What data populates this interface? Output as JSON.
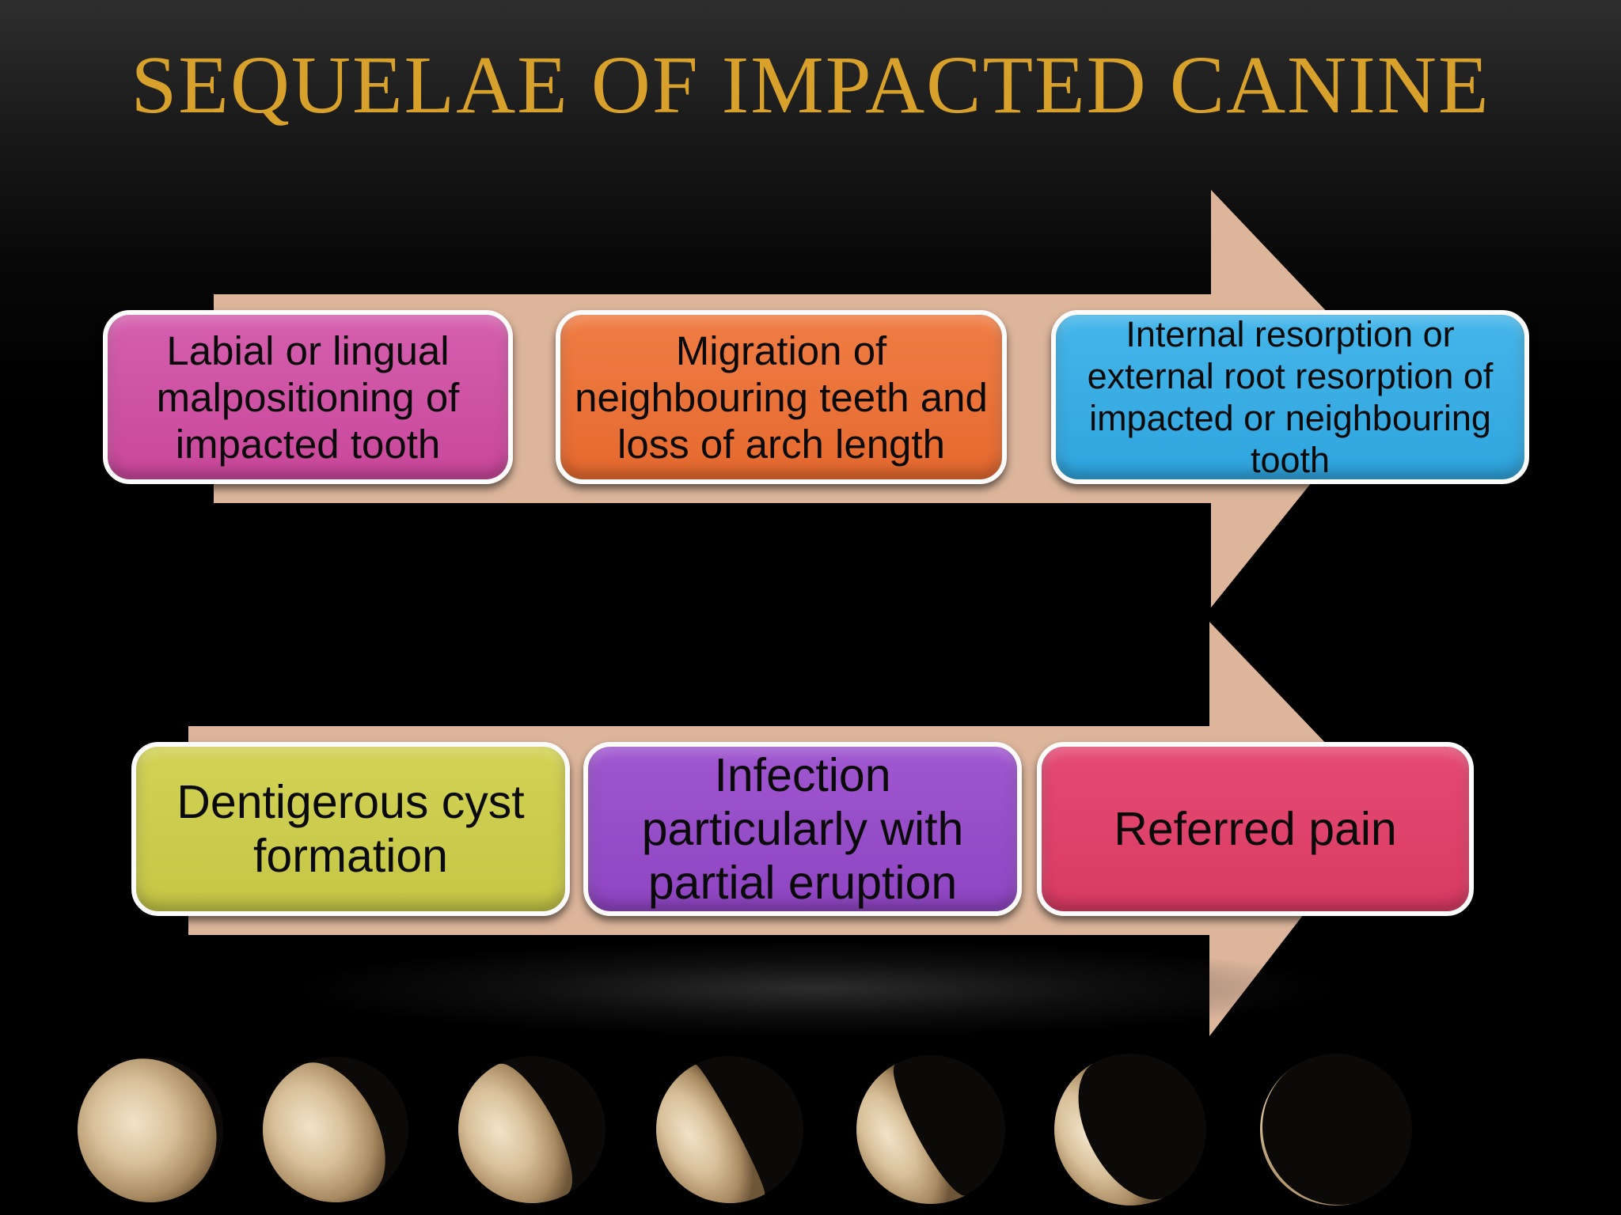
{
  "title": "SEQUELAE OF IMPACTED CANINE",
  "colors": {
    "title": "#d8a12c",
    "arrow": "#dcb59b",
    "background": "#000000",
    "box_border": "#fbfbfb"
  },
  "rows": [
    {
      "boxes": [
        {
          "text": "Labial or lingual malpositioning of impacted tooth",
          "color": "#d055a6"
        },
        {
          "text": "Migration of neighbouring teeth and loss of arch length",
          "color": "#ec733a"
        },
        {
          "text": "Internal resorption or external root resorption of impacted or neighbouring tooth",
          "color": "#3aaee5"
        }
      ]
    },
    {
      "boxes": [
        {
          "text": "Dentigerous cyst formation",
          "color": "#cccc4e"
        },
        {
          "text": "Infection particularly with partial eruption",
          "color": "#974dc9"
        },
        {
          "text": "Referred pain",
          "color": "#df426a"
        }
      ]
    }
  ],
  "moon_phases": [
    0.06,
    0.22,
    0.34,
    0.46,
    0.6,
    0.78,
    0.98
  ]
}
